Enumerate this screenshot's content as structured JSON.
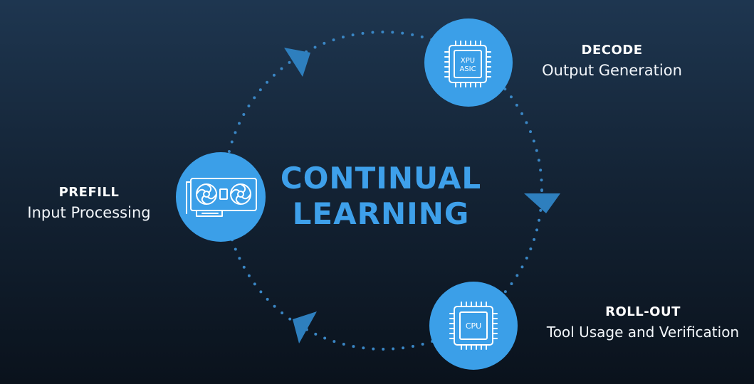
{
  "center": {
    "line1": "CONTINUAL",
    "line2": "LEARNING"
  },
  "stages": {
    "decode": {
      "title": "DECODE",
      "subtitle": "Output Generation",
      "chip_text_1": "XPU",
      "chip_text_2": "ASIC",
      "icon": "xpu-asic-chip-icon"
    },
    "prefill": {
      "title": "PREFILL",
      "subtitle": "Input Processing",
      "icon": "graphics-card-icon"
    },
    "rollout": {
      "title": "ROLL-OUT",
      "subtitle": "Tool Usage and Verification",
      "chip_text": "CPU",
      "icon": "cpu-chip-icon"
    }
  },
  "colors": {
    "accent": "#3ea0ea",
    "node_fill": "#3b9fe8",
    "arrow": "#2e7fbe",
    "dots": "#3a86c4"
  }
}
